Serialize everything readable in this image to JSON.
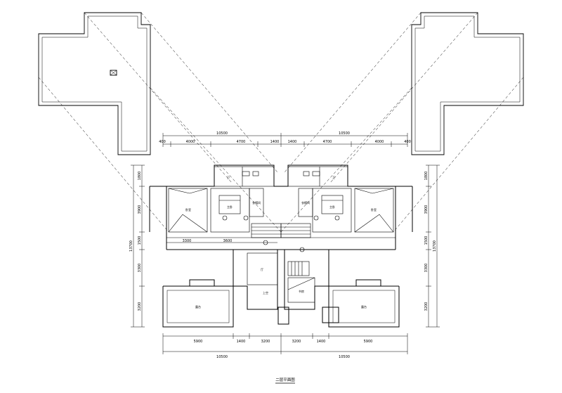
{
  "drawing": {
    "caption": "二层平面图",
    "dims_top": {
      "total_left": "10500",
      "total_right": "10500",
      "left": [
        "400",
        "4000",
        "4700",
        "1400"
      ],
      "right": [
        "1400",
        "4700",
        "4000",
        "400"
      ]
    },
    "dims_bottom": {
      "total_left": "10500",
      "total_right": "10500",
      "left": [
        "5900",
        "1400",
        "3200"
      ],
      "right": [
        "3200",
        "1400",
        "5900"
      ]
    },
    "dims_left": {
      "total": "13700",
      "parts": [
        "1800",
        "3900",
        "1500",
        "3300",
        "3200"
      ]
    },
    "dims_right": {
      "total": "13700",
      "parts": [
        "1800",
        "3900",
        "1500",
        "3300",
        "3200"
      ]
    },
    "dims_inner": [
      "3300",
      "3600"
    ],
    "room_labels": {
      "bedroom": "卧室",
      "master_bedroom": "主卧",
      "bath": "卫",
      "closet": "衣帽间",
      "hall": "厅",
      "study": "书房",
      "terrace": "露台",
      "void": "上空"
    }
  }
}
